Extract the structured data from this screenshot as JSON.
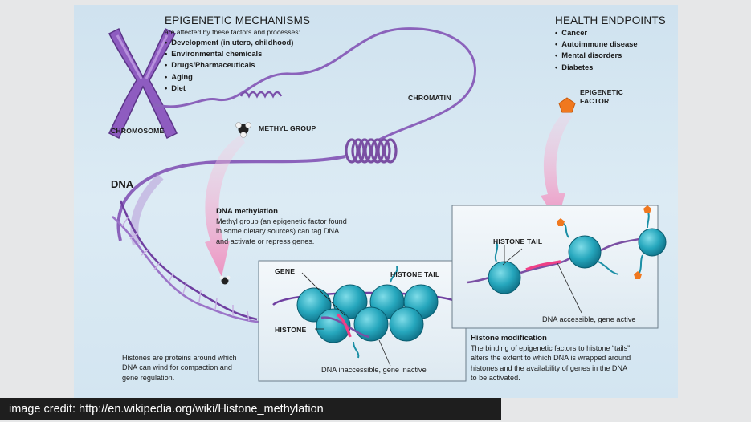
{
  "epigenetic": {
    "title": "EPIGENETIC MECHANISMS",
    "subtitle": "are affected by these factors and processes:",
    "items": [
      "Development (in utero, childhood)",
      "Environmental chemicals",
      "Drugs/Pharmaceuticals",
      "Aging",
      "Diet"
    ]
  },
  "health": {
    "title": "HEALTH ENDPOINTS",
    "items": [
      "Cancer",
      "Autoimmune disease",
      "Mental disorders",
      "Diabetes"
    ]
  },
  "labels": {
    "chromosome": "CHROMOSOME",
    "chromatin": "CHROMATIN",
    "methyl_group": "METHYL GROUP",
    "epigenetic_factor_line1": "EPIGENETIC",
    "epigenetic_factor_line2": "FACTOR",
    "dna": "DNA",
    "gene": "GENE",
    "histone_tail_left": "HISTONE TAIL",
    "histone_tail_right": "HISTONE TAIL",
    "histone": "HISTONE",
    "dna_inaccessible": "DNA inaccessible, gene inactive",
    "dna_accessible": "DNA accessible, gene active"
  },
  "methylation": {
    "title": "DNA methylation",
    "lines": [
      "Methyl group (an epigenetic factor found",
      "in some dietary sources) can tag DNA",
      "and activate or repress genes."
    ]
  },
  "histones_note": {
    "lines": [
      "Histones are proteins around which",
      "DNA can wind for compaction and",
      "gene regulation."
    ]
  },
  "histone_mod": {
    "title": "Histone modification",
    "lines": [
      "The binding of epigenetic factors to histone “tails”",
      "alters the extent to which DNA is wrapped around",
      "histones and the availability of genes in the DNA",
      "to be activated."
    ]
  },
  "credit": "image credit: http://en.wikipedia.org/wiki/Histone_methylation",
  "colors": {
    "background": "#d6e7f2",
    "purple": "#7a4fa3",
    "histone_teal": "#2aa9bf",
    "arrow_pink": "#f2a9cc",
    "factor_orange": "#f0781f"
  }
}
